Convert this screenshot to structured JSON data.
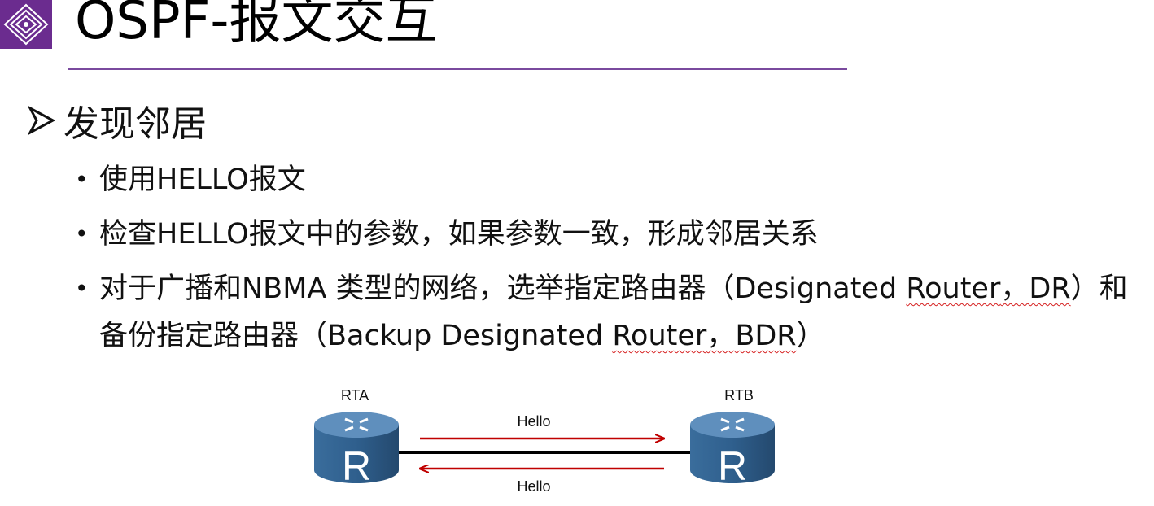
{
  "slide": {
    "title": "OSPF-报文交互",
    "heading": "发现邻居",
    "bullets": [
      "使用HELLO报文",
      "检查HELLO报文中的参数，如果参数一致，形成邻居关系"
    ],
    "bullet3": {
      "part1": "对于广播和NBMA 类型的网络，选举指定路由器（Designated ",
      "part2": "Router",
      "part3": "，",
      "part4": "DR",
      "part5": "）和备份指定路由器（Backup Designated ",
      "part6": "Router",
      "part7": "，",
      "part8": "BDR",
      "part9": "）"
    }
  },
  "diagram": {
    "router_a_label": "RTA",
    "router_b_label": "RTB",
    "router_glyph": "R",
    "message_forward": "Hello",
    "message_back": "Hello",
    "arrow_color": "#c00000",
    "router_color": "#2d5a86"
  },
  "theme": {
    "accent": "#6b2c8f",
    "rule": "#7a4a9e",
    "spellcheck": "#d62020"
  }
}
